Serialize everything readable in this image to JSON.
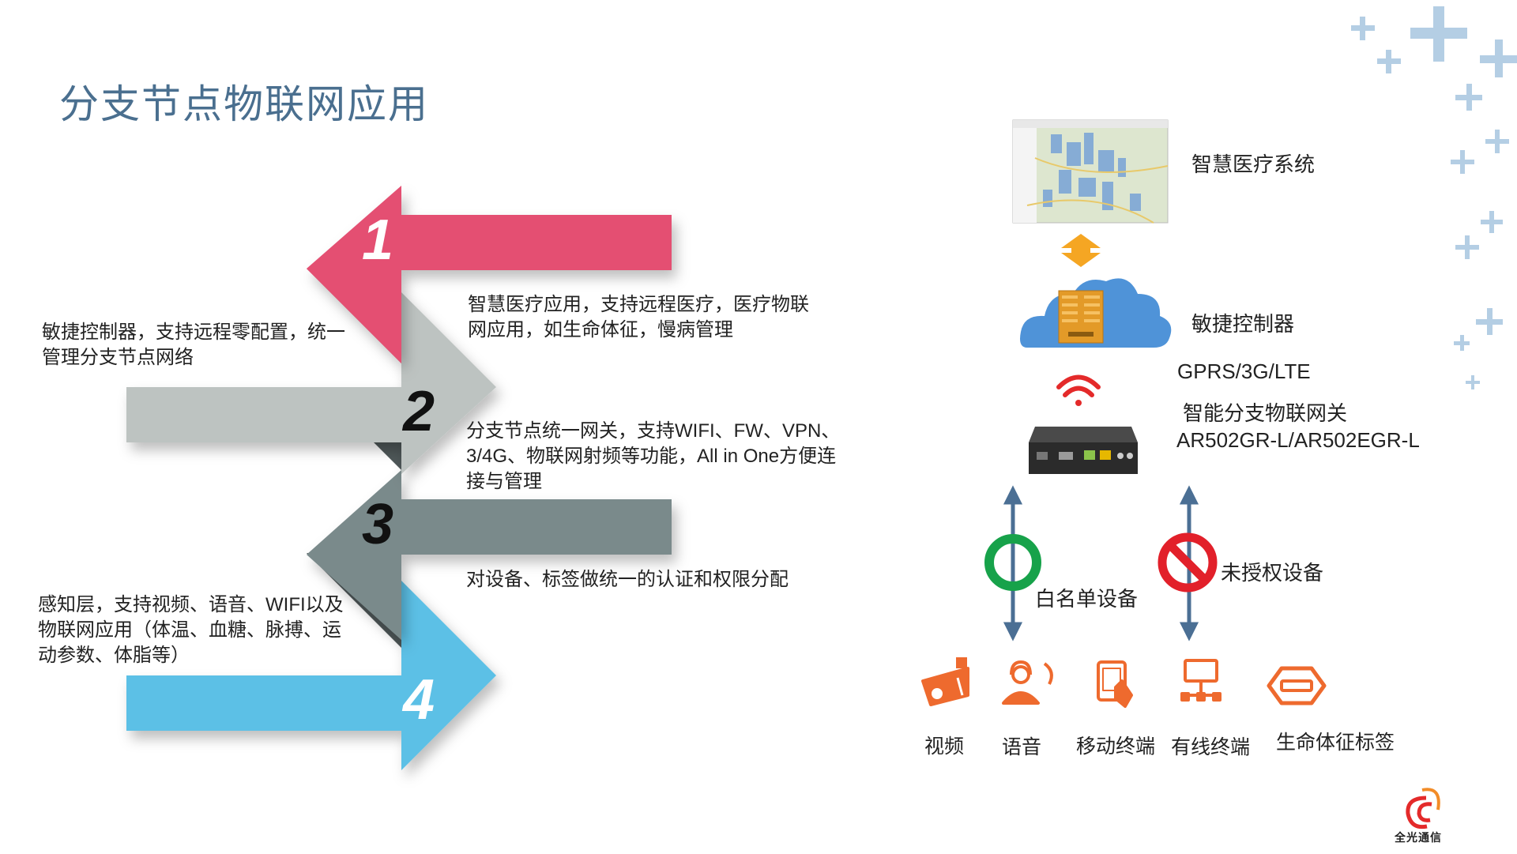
{
  "title": "分支节点物联网应用",
  "steps": [
    {
      "number": "1",
      "color": "#e44f72",
      "text": "智慧医疗应用，支持远程医疗，医疗物联网应用，如生命体征，慢病管理"
    },
    {
      "number": "2",
      "color": "#bdc3c1",
      "text_left": "敏捷控制器，支持远程零配置，统一管理分支节点网络",
      "text_right": "分支节点统一网关，支持WIFI、FW、VPN、3/4G、物联网射频等功能，All in One方便连接与管理"
    },
    {
      "number": "3",
      "color": "#7a8a8b",
      "text": "对设备、标签做统一的认证和权限分配"
    },
    {
      "number": "4",
      "color": "#5bc0e6",
      "text": "感知层，支持视频、语音、WIFI以及物联网应用（体温、血糖、脉搏、运动参数、体脂等）"
    }
  ],
  "diagram": {
    "system_label": "智慧医疗系统",
    "controller_label": "敏捷控制器",
    "network_label": "GPRS/3G/LTE",
    "gateway_label": "智能分支物联网关",
    "gateway_model": "AR502GR-L/AR502EGR-L",
    "whitelist_label": "白名单设备",
    "unauthorized_label": "未授权设备",
    "devices": [
      "视频",
      "语音",
      "移动终端",
      "有线终端",
      "生命体征标签"
    ]
  },
  "logo_text": "全光通信",
  "colors": {
    "accent": "#ee6a2e",
    "title": "#4a6f8f",
    "plus": "#a8c6e0"
  }
}
